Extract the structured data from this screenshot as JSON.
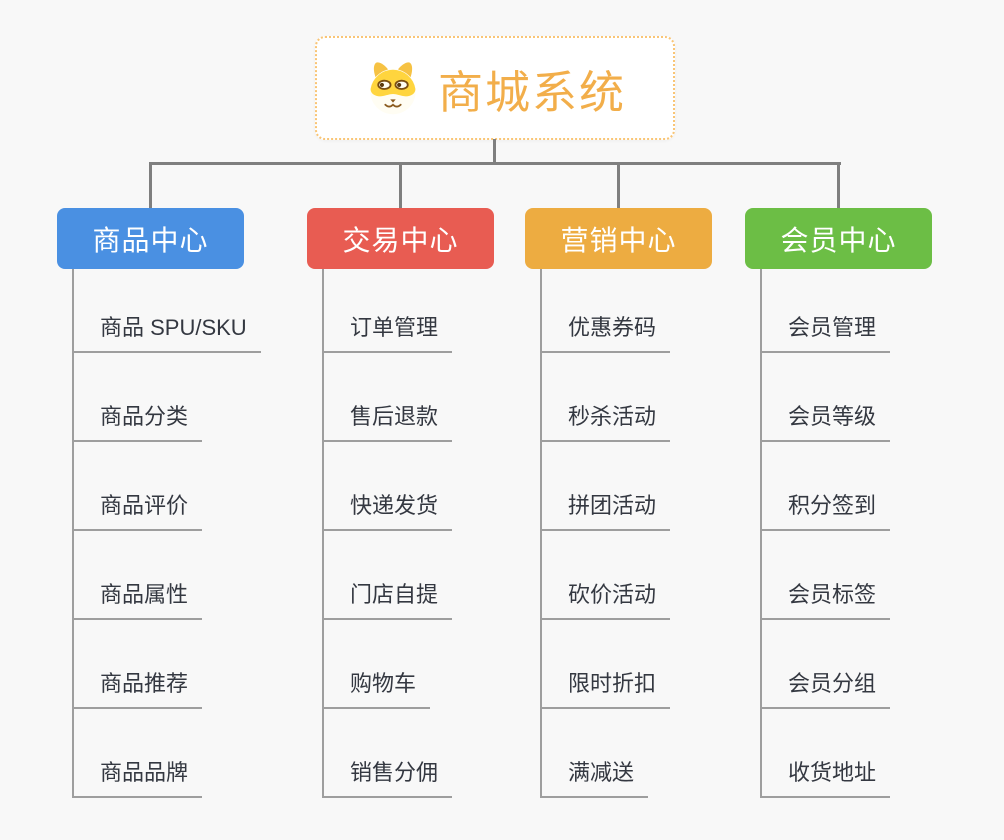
{
  "page": {
    "background": "#f8f8f8",
    "connector_color": "#7f7f7f",
    "leaf_line_color": "#9e9e9e"
  },
  "root": {
    "title": "商城系统",
    "icon": "dog-face-icon",
    "text_color": "#f2ae4a",
    "border_color": "#f9c576"
  },
  "branches": [
    {
      "label": "商品中心",
      "color": "#4a90e2",
      "children": [
        "商品 SPU/SKU",
        "商品分类",
        "商品评价",
        "商品属性",
        "商品推荐",
        "商品品牌"
      ]
    },
    {
      "label": "交易中心",
      "color": "#e85c52",
      "children": [
        "订单管理",
        "售后退款",
        "快递发货",
        "门店自提",
        "购物车",
        "销售分佣"
      ]
    },
    {
      "label": "营销中心",
      "color": "#edac41",
      "children": [
        "优惠券码",
        "秒杀活动",
        "拼团活动",
        "砍价活动",
        "限时折扣",
        "满减送"
      ]
    },
    {
      "label": "会员中心",
      "color": "#6cbe45",
      "children": [
        "会员管理",
        "会员等级",
        "积分签到",
        "会员标签",
        "会员分组",
        "收货地址"
      ]
    }
  ]
}
